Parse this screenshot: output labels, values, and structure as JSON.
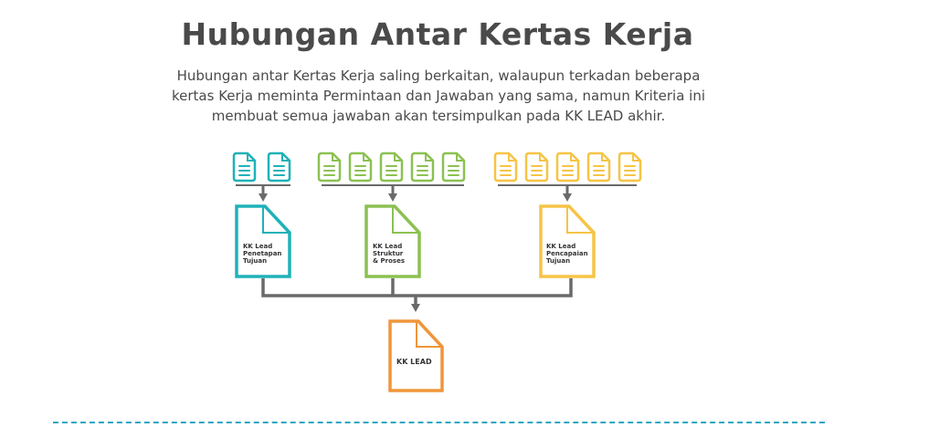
{
  "title": "Hubungan Antar Kertas Kerja",
  "description": {
    "line1": "Hubungan antar Kertas Kerja saling berkaitan, walaupun terkadan beberapa",
    "line2": "kertas Kerja meminta Permintaan dan Jawaban yang sama, namun Kriteria ini",
    "line3": "membuat semua jawaban akan tersimpulkan pada KK LEAD akhir."
  },
  "groups": [
    {
      "color": "#1fb2b8",
      "doc_count": 2,
      "lead_lines": [
        "KK Lead",
        "Penetapan",
        "Tujuan"
      ]
    },
    {
      "color": "#8cc152",
      "doc_count": 5,
      "lead_lines": [
        "KK Lead",
        "Struktur",
        "& Proses"
      ]
    },
    {
      "color": "#f6c445",
      "doc_count": 5,
      "lead_lines": [
        "KK Lead",
        "Pencapaian",
        "Tujuan"
      ]
    }
  ],
  "final": {
    "label": "KK LEAD",
    "color": "#f0953a"
  },
  "connector_color": "#6a6a6a",
  "divider_color": "#2aa6c4"
}
